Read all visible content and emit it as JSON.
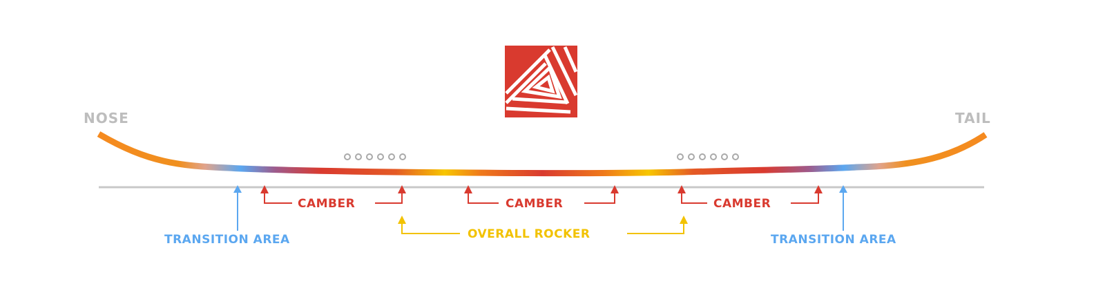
{
  "labels": {
    "nose": "NOSE",
    "tail": "TAIL",
    "camber": "CAMBER",
    "overall_rocker": "OVERALL ROCKER",
    "transition_area": "TRANSITION AREA"
  },
  "logo": {
    "name": "brand-logo",
    "color": "#d93a2f"
  },
  "colors": {
    "camber": "#d93a2f",
    "rocker": "#f2c200",
    "transition": "#5ba7f0",
    "ends": "#bdbdbd",
    "profile_orange": "#f58a1f",
    "baseline": "#c8c8c8",
    "insert_dots": "#a9a9a9"
  }
}
